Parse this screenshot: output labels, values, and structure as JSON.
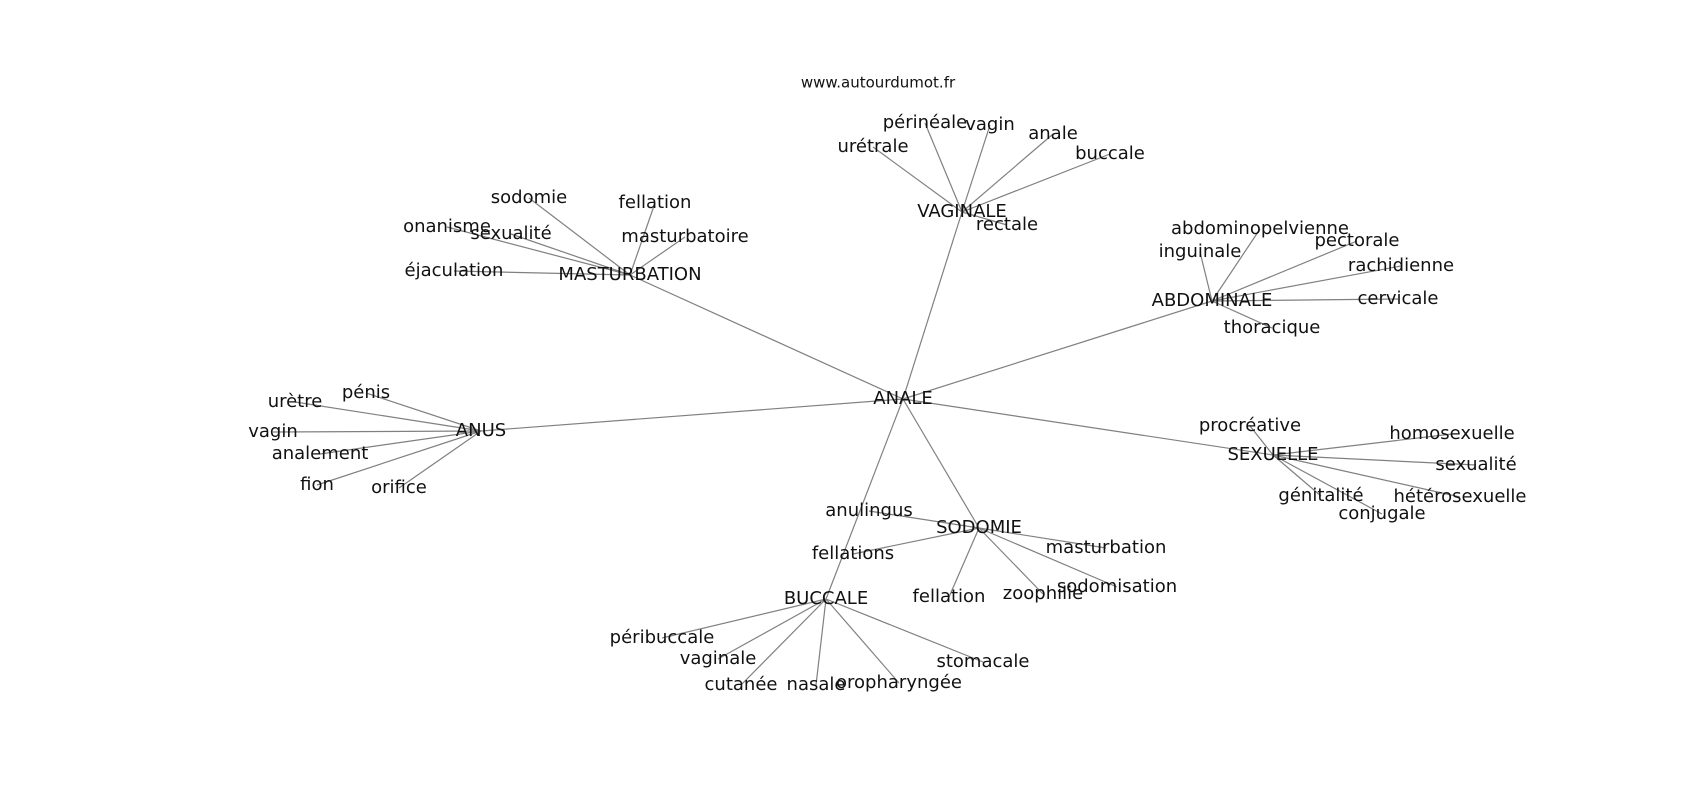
{
  "source": "www.autourdumot.fr",
  "graph": {
    "root": "ANALE",
    "clusters": [
      {
        "id": "vaginale",
        "label": "VAGINALE",
        "leaves": [
          "périnéale",
          "vagin",
          "anale",
          "buccale",
          "urétrale",
          "rectale"
        ]
      },
      {
        "id": "masturbation",
        "label": "MASTURBATION",
        "leaves": [
          "sodomie",
          "fellation",
          "onanisme",
          "sexualité",
          "masturbatoire",
          "éjaculation"
        ]
      },
      {
        "id": "abdominale",
        "label": "ABDOMINALE",
        "leaves": [
          "abdominopelvienne",
          "inguinale",
          "pectorale",
          "rachidienne",
          "cervicale",
          "thoracique"
        ]
      },
      {
        "id": "anus",
        "label": "ANUS",
        "leaves": [
          "pénis",
          "urètre",
          "vagin",
          "analement",
          "fion",
          "orifice"
        ]
      },
      {
        "id": "sexuelle",
        "label": "SEXUELLE",
        "leaves": [
          "procréative",
          "homosexuelle",
          "sexualité",
          "génitalité",
          "hétérosexuelle",
          "conjugale"
        ]
      },
      {
        "id": "sodomie",
        "label": "SODOMIE",
        "leaves": [
          "anulingus",
          "fellations",
          "masturbation",
          "sodomisation",
          "fellation",
          "zoophilie"
        ]
      },
      {
        "id": "buccale",
        "label": "BUCCALE",
        "leaves": [
          "péribuccale",
          "vaginale",
          "cutanée",
          "nasale",
          "oropharyngée",
          "stomacale"
        ]
      }
    ]
  }
}
